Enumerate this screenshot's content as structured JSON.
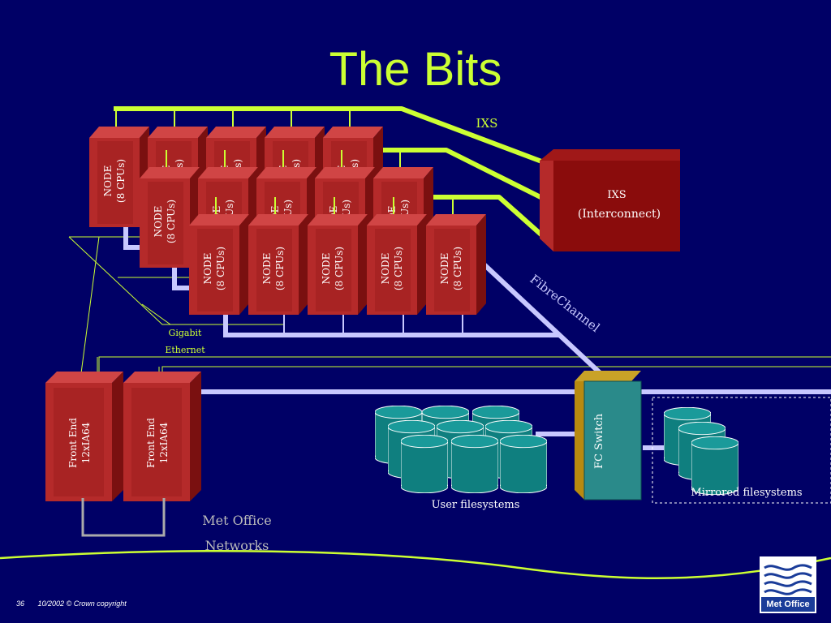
{
  "title": "The Bits",
  "nodes": {
    "label_line1": "NODE",
    "label_line2": "(8 CPUs)",
    "rows": [
      {
        "count": 5
      },
      {
        "count": 5
      },
      {
        "count": 5
      }
    ]
  },
  "front_ends": [
    {
      "line1": "Front End",
      "line2": "12xIA64"
    },
    {
      "line1": "Front End",
      "line2": "12xIA64"
    }
  ],
  "ixs_box": {
    "line1": "IXS",
    "line2": "(Interconnect)"
  },
  "labels": {
    "ixs": "IXS",
    "fibre_channel": "FibreChannel",
    "gigabit": "Gigabit",
    "ethernet": "Ethernet",
    "fc_switch": "FC Switch",
    "user_filesystems": "User filesystems",
    "mirrored_filesystems": "Mirrored filesystems",
    "met_office": "Met Office",
    "networks": "Networks"
  },
  "footer": {
    "slide_number": "36",
    "copyright": "10/2002 © Crown copyright"
  },
  "logo": {
    "text": "Met Office"
  },
  "colors": {
    "background": "#000066",
    "title": "#ccff33",
    "node_front": "#b52a2a",
    "node_side": "#7a1010",
    "ixs_cable": "#ccff33",
    "fibre": "#c8c8ff",
    "ethernet": "#ccff33",
    "disk": "#0f7f7f",
    "fc_switch": "#2a8a8a"
  }
}
